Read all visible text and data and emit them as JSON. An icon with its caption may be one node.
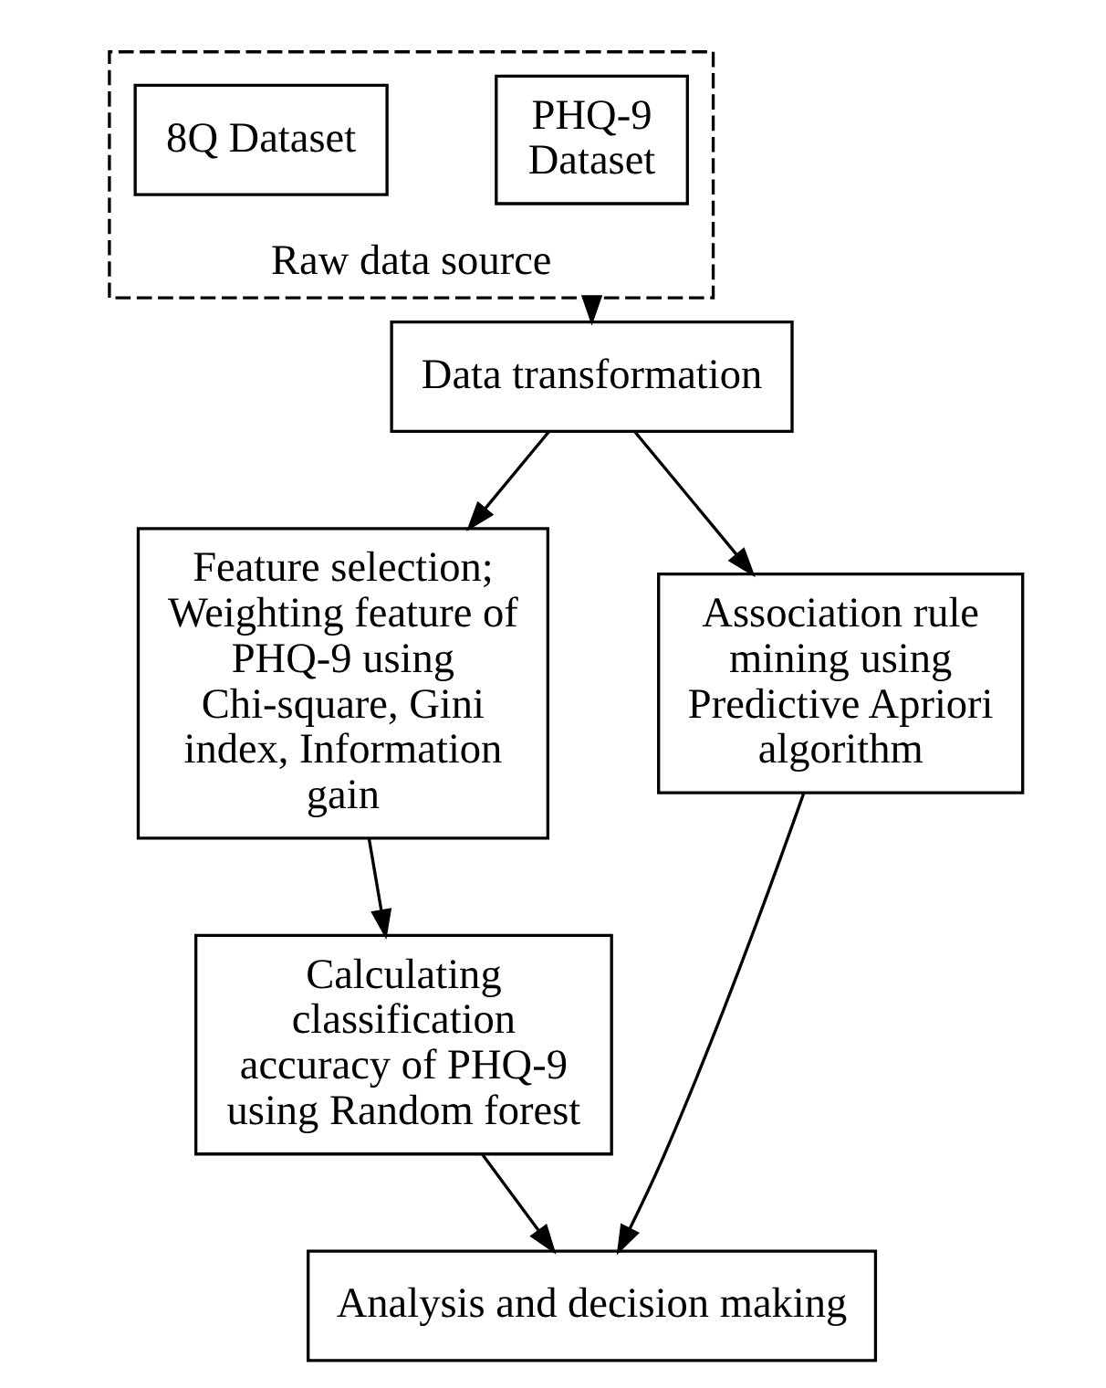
{
  "diagram": {
    "nodes": [
      {
        "text": [
          "Raw data source"
        ]
      },
      {
        "text": [
          "PHQ-9 Dataset"
        ],
        "in": 0
      },
      {
        "text": [
          "8Q Dataset"
        ],
        "in": 0
      },
      {
        "text": [
          "Data transformation"
        ]
      },
      {
        "text": [
          "Feature selection; Weighting feature of PHQ-9 using Chi-square, Gini index, Information gain"
        ]
      },
      {
        "text": [
          "Association rule mining using Predictive Apriori algorithm"
        ]
      },
      {
        "text": [
          "Calculating classification accuracy of PHQ-9 using Random forest"
        ]
      },
      {
        "text": [
          "Analysis and decision making"
        ]
      }
    ],
    "edges": [
      {
        "from": 0,
        "to": 3,
        "arrow": "to"
      },
      {
        "from": 3,
        "to": 4,
        "arrow": "to"
      },
      {
        "from": 3,
        "to": 5,
        "arrow": "to"
      },
      {
        "from": 4,
        "to": 6,
        "arrow": "to"
      },
      {
        "from": 6,
        "to": 7,
        "arrow": "to"
      },
      {
        "from": 5,
        "to": 7,
        "arrow": "to"
      }
    ]
  }
}
